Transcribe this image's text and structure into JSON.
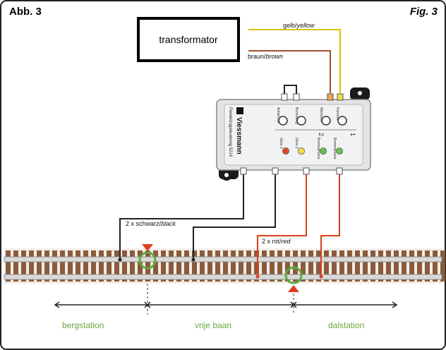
{
  "header": {
    "left_label": "Abb. 3",
    "right_label": "Fig. 3"
  },
  "transformer": {
    "label": "transformator"
  },
  "wires": {
    "yellow_label_nl": "gelb/",
    "yellow_label_en": "yellow",
    "brown_label_nl": "braun/",
    "brown_label_en": "brown",
    "black_label_nl": "2 x schwarz/",
    "black_label_en": "black",
    "red_label_nl": "2 x rot/",
    "red_label_en": "red"
  },
  "module": {
    "brand": "Viessmann",
    "product": "Pendelzugsteuerung 5214",
    "knob_labels": [
      "Anfahrzeit",
      "Bremsweg",
      "Wartezeit",
      "Fahrzeit"
    ],
    "side_numbers": [
      "1",
      "2"
    ],
    "led_labels": [
      "Gleis 1",
      "Gleis 2",
      "Bremsstrecke",
      "Bremsstrecke"
    ]
  },
  "sections": {
    "bergstation": "bergstation",
    "vrije_baan": "vrije baan",
    "dalstation": "dalstation"
  },
  "colors": {
    "yellow_wire": "#d8c100",
    "brown_wire": "#a0522d",
    "black_wire": "#222222",
    "red_wire": "#d8401c",
    "rail_brown": "#8a5a3c",
    "green_ring": "#5caa3c",
    "red_marker": "#e03c1c"
  }
}
